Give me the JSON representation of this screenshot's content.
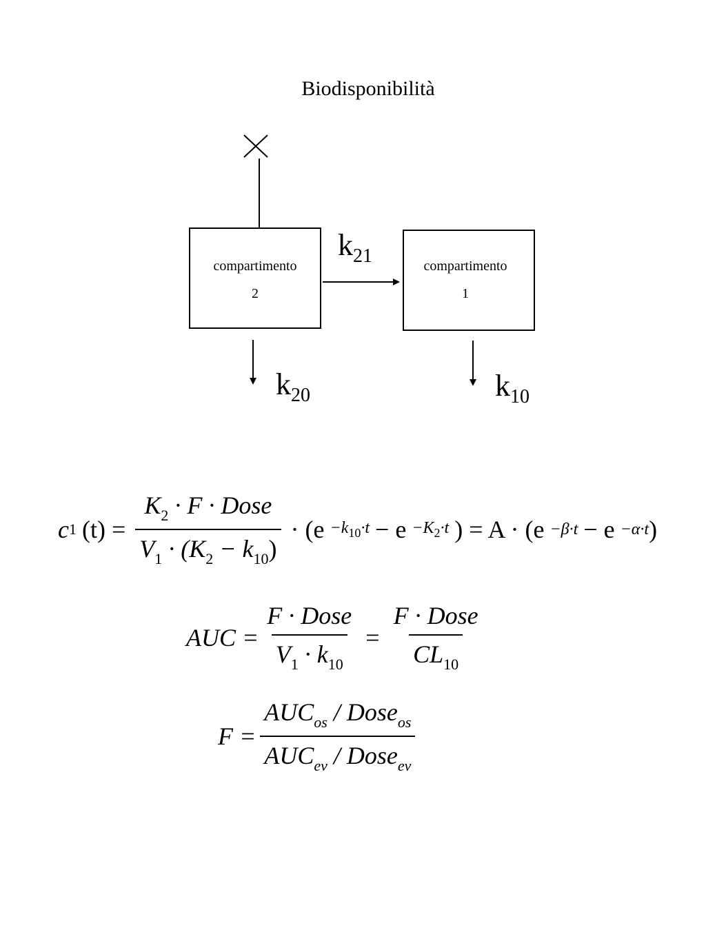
{
  "title": "Biodisponibilità",
  "diagram": {
    "compartment2": {
      "label": "compartimento",
      "number": "2"
    },
    "compartment1": {
      "label": "compartimento",
      "number": "1"
    },
    "k21": {
      "base": "k",
      "sub": "21"
    },
    "k20": {
      "base": "k",
      "sub": "20"
    },
    "k10": {
      "base": "k",
      "sub": "10"
    },
    "dose_marker": "cross-icon"
  },
  "equations": {
    "eq1": {
      "lhs": "c",
      "lhs_sub": "1",
      "lhs_arg": "(t) =",
      "num": "K",
      "num_sub": "2",
      "num_rest": "· F · Dose",
      "den": "V",
      "den_sub": "1",
      "den_mid": "· (K",
      "den_sub2": "2",
      "den_minus": "− k",
      "den_sub3": "10",
      "den_close": ")",
      "mid": "· (e",
      "exp1": "−k",
      "exp1_sub": "10",
      "exp1_t": "·t",
      "minus_e": "− e",
      "exp2": "−K",
      "exp2_sub": "2",
      "exp2_t": "·t",
      "close_eq": ") = A · (e",
      "exp3": "−β·t",
      "minus_e2": "− e",
      "exp4": "−α·t",
      "end": ")"
    },
    "eq2": {
      "lhs": "AUC =",
      "num1": "F · Dose",
      "den1": "V",
      "den1_sub": "1",
      "den1_rest": "· k",
      "den1_sub2": "10",
      "eq": "=",
      "num2": "F · Dose",
      "den2": "CL",
      "den2_sub": "10"
    },
    "eq3": {
      "lhs": "F =",
      "num_a": "AUC",
      "num_a_sub": "os",
      "num_b": "/ Dose",
      "num_b_sub": "os",
      "den_a": "AUC",
      "den_a_sub": "ev",
      "den_b": "/ Dose",
      "den_b_sub": "ev"
    }
  }
}
